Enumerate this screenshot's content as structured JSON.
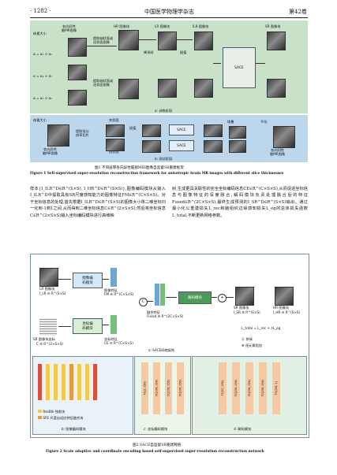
{
  "header": {
    "page": "· 1282 ·",
    "journal": "中国医学物理学杂志",
    "volume": "第42卷"
  },
  "fig1": {
    "pixel_size": "体素大小",
    "rows": [
      "α = α₁ × α₁",
      "α = α₁ × α₁",
      "α = α₁ × α₁"
    ],
    "aniso_input": "各向异性\n脑MR图像",
    "hr_block": "HR 图像块",
    "lr_block": "LR 图像块",
    "ilr_block": "ILR 图像块",
    "sr_block": "SR 图像块",
    "downsample": "降采样",
    "interp": "插值",
    "extract": "提取轴状面或\n冠状面图像",
    "extract2": "提取轴状面或\n冠状面图像",
    "sace": "SACE",
    "train_label": "a: 训练阶段",
    "pixel_size2": "体素大小",
    "test_extract": "提取低分\n辨率切片",
    "ilr": "插值",
    "sace2": "SACE",
    "sace3": "SACE",
    "axial": "关状面",
    "coronal": "冠状面",
    "stack": "堆叠",
    "average": "平均",
    "aniso2": "各向异性\n脑MR图像",
    "iso_out": "各向同性\n脑MR图像",
    "test_label": "b: 测试阶段",
    "caption_cn": "图1  不同层厚各向异性脑部MRI图像自监督SR重建框架",
    "caption_en": "Figure 1 Self-supervised super-resolution reconstruction framework for anisotropic brain MR images with different slice thicknesses"
  },
  "text": {
    "left": "样本{I_ILR^D∈R^(S×S), I_HR^D∈R^(S×S)},图像编码模块从输入I_ILR^D中提取具有SR尺度感知能力的图像特征FM∈R^(C×S×S)。对于坐标信息的处理,首先根据I_ILR^D∈R^(S×S)的图像大小将二维坐标归一化到-1到1之间,从而得到二维坐标信息C∈R^(2×S×S);然后将坐标信息C∈R^(2×S×S)输入坐标编码模块进行高维映",
    "right": "射,生成更具关联性的完全坐标编码信息CE∈R^(C×S×S),从而促进坐标信息与图像特征的深度融合;解码模块负责处理融合后的特征Fused∈R^(2C×S×S),最终生成预测的I_SR^D∈R^(S×S)输出。通过最小化公重建损失L_rec和脑组织边缘感知损失L_eg的总体损失函数L_total,不断更新网络参数。"
  },
  "fig2": {
    "lr_in": "LR 图像块",
    "lr_sub": "I_LR ∈ R^(S×S)",
    "img_enc": "图像编\n码模块",
    "fm": "图像特征\nFM ∈ R^(C×S×S)",
    "coord_in": "SR 图像块坐标",
    "coord_sub": "C ∈ R^(2×S×S)",
    "coord_enc": "坐标编\n码模块",
    "ce": "坐标特征\nCE ∈ R^(C×S×S)",
    "fused": "融合特征\nFused ∈ R^(2C×S×S)",
    "decoder": "解码模块",
    "sr_out": "SR 图像块",
    "sr_sub": "I_SR ∈ R^(S×S)",
    "hr_out": "HR 图像块",
    "hr_sub": "I_HR ∈ R^(S×S)",
    "loss": "L_total = L_rec + λL_eg",
    "concat_legend": "拼接",
    "add_legend": "逐元素相加",
    "sace_arch": "a: SACE网络架构",
    "resblk": "ResBlk 残差块",
    "sfe": "SFE 尺度自适应特征融合块",
    "img_enc_label": "b: 图像编码模块",
    "coord_enc_label": "c: 坐标编码模块",
    "dec_label": "d: 解码模块",
    "fc_layers": [
      "FC(2, 256)",
      "FC(256, 256)",
      "FC(256, 256)",
      "FC(256, 256)"
    ],
    "dec_layers": [
      "FC(2C, 256)",
      "FC(256, 256)",
      "FC(256, 256)",
      "FC(256, 256)",
      "FC(256, 1)"
    ],
    "caption_cn": "图2  SACE自监督SR重建网络",
    "caption_en": "Figure 2 Scale adaptive and coordinate encoding based self-supervised super-resolution reconstruction network"
  }
}
